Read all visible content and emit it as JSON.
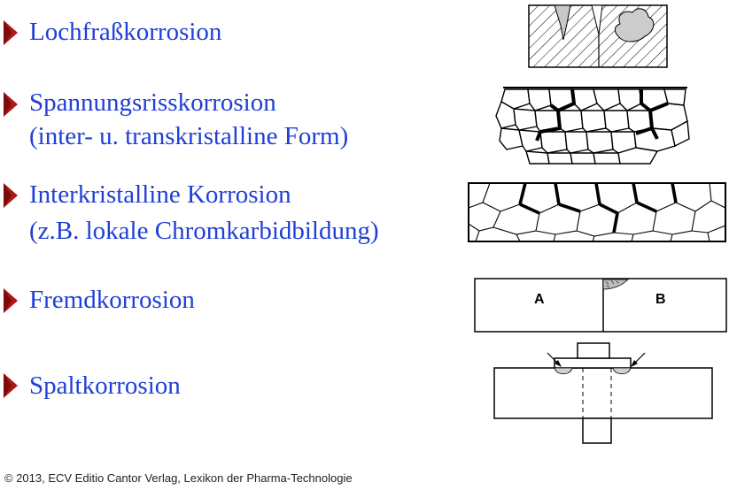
{
  "colors": {
    "text": "#1f3fd6",
    "bullet": "#b01818",
    "line": "#000000"
  },
  "items": [
    {
      "line1": "Lochfraßkorrosion",
      "line2": ""
    },
    {
      "line1": "Spannungsrisskorrosion",
      "line2": "(inter- u. transkristalline Form)"
    },
    {
      "line1": "Interkristalline Korrosion",
      "line2": "(z.B. lokale Chromkarbidbildung)"
    },
    {
      "line1": "Fremdkorrosion",
      "line2": ""
    },
    {
      "line1": "Spaltkorrosion",
      "line2": ""
    }
  ],
  "figures": {
    "fremd": {
      "left_label": "A",
      "right_label": "B"
    }
  },
  "copyright": "© 2013, ECV Editio Cantor Verlag, Lexikon der Pharma-Technologie"
}
